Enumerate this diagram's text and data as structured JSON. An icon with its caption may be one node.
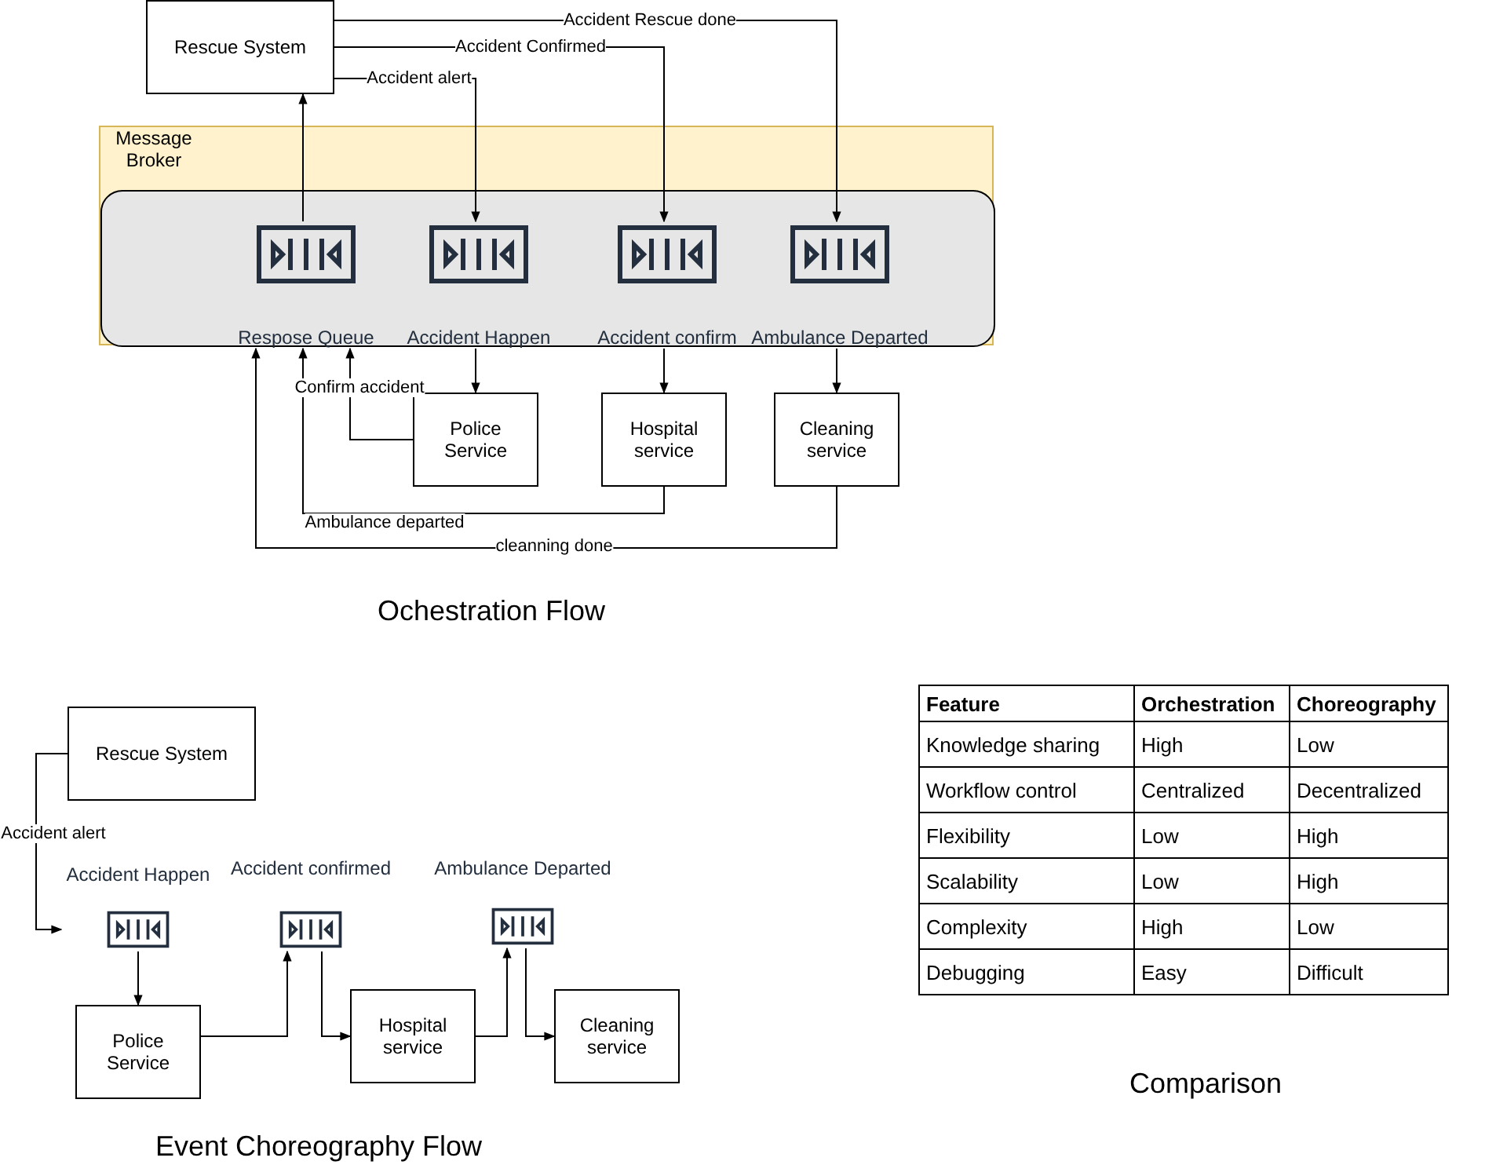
{
  "diagram": {
    "nodes": [
      {
        "text": [
          "Rescue System"
        ]
      },
      {
        "text": [
          "Message Broker"
        ]
      },
      {
        "text": [],
        "shape": "box",
        "in": 1
      },
      {
        "text": [
          "Respose Queue"
        ],
        "in": 2
      },
      {
        "text": [
          "Accident Happen"
        ],
        "in": 2
      },
      {
        "text": [
          "Accident confirm"
        ],
        "in": 2
      },
      {
        "text": [
          "Ambulance Departed"
        ],
        "in": 2
      },
      {
        "text": [
          "Police Service"
        ]
      },
      {
        "text": [
          "Hospital service"
        ]
      },
      {
        "text": [
          "Cleaning service"
        ]
      },
      {
        "text": [
          "Rescue System"
        ]
      },
      {
        "text": [
          "Accident Happen"
        ]
      },
      {
        "text": [
          "Accident confirmed"
        ]
      },
      {
        "text": [
          "Ambulance Departed"
        ]
      },
      {
        "text": [
          "Police Service"
        ]
      },
      {
        "text": [
          "Hospital service"
        ]
      },
      {
        "text": [
          "Cleaning service"
        ]
      }
    ],
    "edges": [
      {
        "from": 3,
        "to": 0,
        "arrow": "to"
      },
      {
        "from": 0,
        "to": 4,
        "arrow": "to",
        "label": "Accident alert"
      },
      {
        "from": 0,
        "to": 5,
        "arrow": "to",
        "label": "Accident Confirmed"
      },
      {
        "from": 0,
        "to": 6,
        "arrow": "to",
        "label": "Accident Rescue done"
      },
      {
        "from": 4,
        "to": 7,
        "arrow": "to"
      },
      {
        "from": 5,
        "to": 8,
        "arrow": "to"
      },
      {
        "from": 6,
        "to": 9,
        "arrow": "to"
      },
      {
        "from": 7,
        "to": 3,
        "arrow": "to",
        "label": "Confirm accident"
      },
      {
        "from": 8,
        "to": 3,
        "arrow": "to",
        "label": "Ambulance departed"
      },
      {
        "from": 9,
        "to": 3,
        "arrow": "to",
        "label": "cleanning done"
      },
      {
        "from": 10,
        "to": 11,
        "arrow": "to",
        "label": "Accident alert"
      },
      {
        "from": 11,
        "to": 14,
        "arrow": "to"
      },
      {
        "from": 14,
        "to": 12,
        "arrow": "to"
      },
      {
        "from": 12,
        "to": 15,
        "arrow": "to"
      },
      {
        "from": 15,
        "to": 13,
        "arrow": "to"
      },
      {
        "from": 13,
        "to": 16,
        "arrow": "to"
      }
    ],
    "labels": [
      "Ochestration Flow",
      "Feature",
      "Orchestration",
      "Choreography",
      "Knowledge sharing",
      "High",
      "Low",
      "Workflow control",
      "Centralized",
      "Decentralized",
      "Flexibility",
      "Low",
      "High",
      "Scalability",
      "Low",
      "High",
      "Complexity",
      "High",
      "Low",
      "Debugging",
      "Easy",
      "Difficult",
      "Comparison",
      "Event Choreography Flow"
    ]
  }
}
